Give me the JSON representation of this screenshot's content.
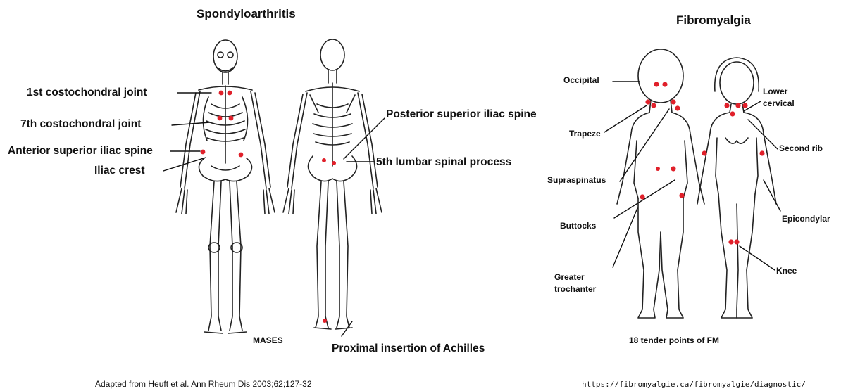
{
  "left_panel": {
    "title": "Spondyloarthritis",
    "labels": {
      "costo1": "1st costochondral joint",
      "costo7": "7th costochondral joint",
      "asis": "Anterior superior iliac spine",
      "iliac_crest": "Iliac crest",
      "psis": "Posterior superior iliac spine",
      "lumbar5": "5th lumbar spinal process",
      "achilles": "Proximal insertion of Achilles",
      "mases": "MASES"
    },
    "citation": "Adapted from Heuft et al. Ann Rheum Dis 2003;62;127-32"
  },
  "right_panel": {
    "title": "Fibromyalgia",
    "labels": {
      "occipital": "Occipital",
      "lower_cervical": "Lower\ncervical",
      "trapeze": "Trapeze",
      "second_rib": "Second rib",
      "supraspinatus": "Supraspinatus",
      "epicondylar": "Epicondylar",
      "buttocks": "Buttocks",
      "knee": "Knee",
      "greater_trochanter": "Greater\ntrochanter"
    },
    "caption": "18 tender points of FM",
    "url": "https://fibromyalgie.ca/fibromyalgie/diagnostic/"
  },
  "colors": {
    "tender_point": "#e0202a",
    "ink": "#111111"
  }
}
